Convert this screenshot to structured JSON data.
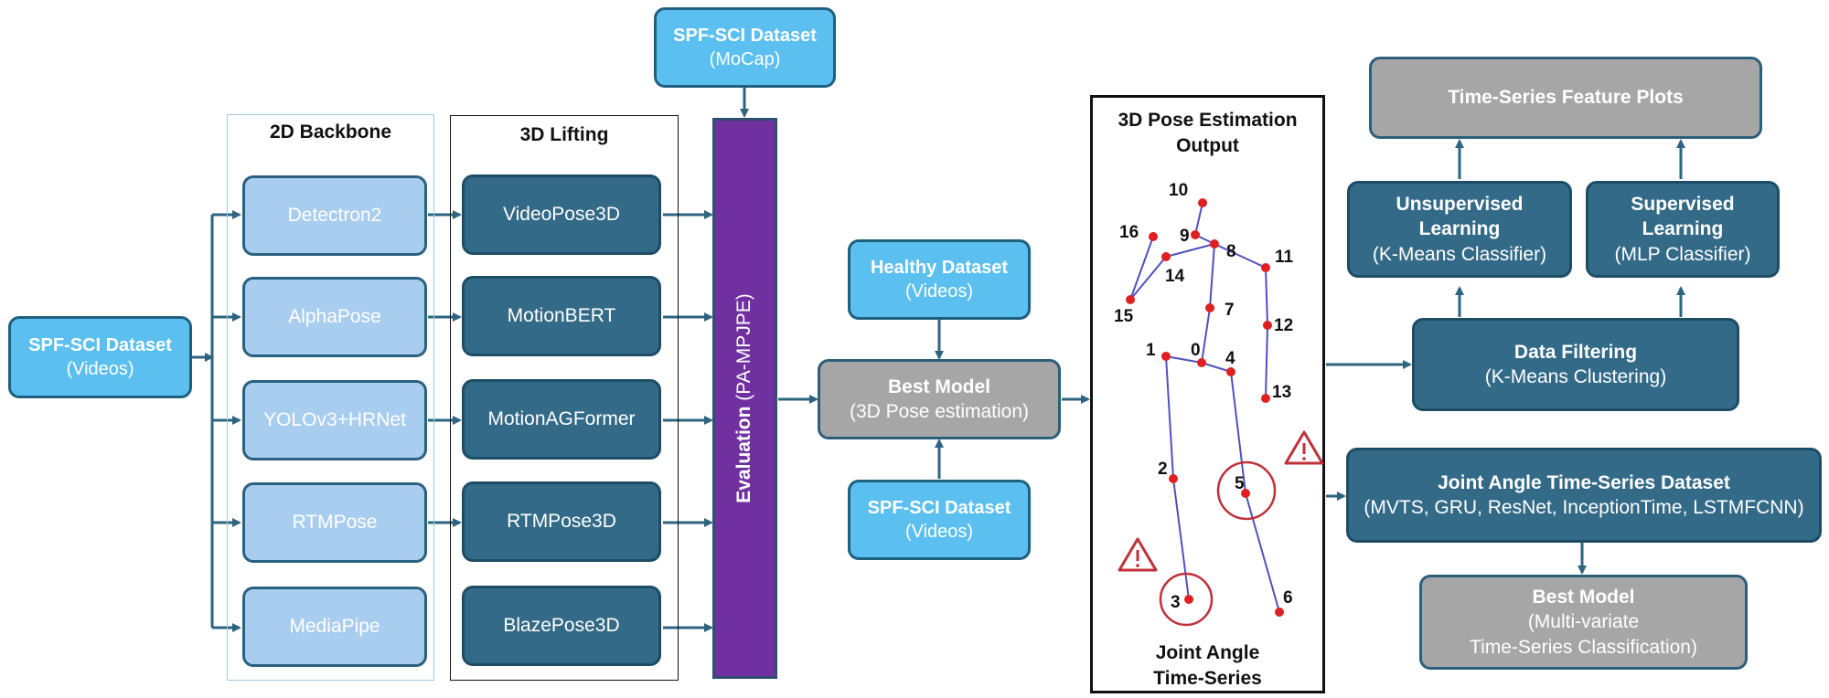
{
  "inputs": {
    "sci_videos": {
      "name": "SPF-SCI Dataset",
      "sub": "(Videos)"
    },
    "sci_mocap": {
      "name": "SPF-SCI Dataset",
      "sub": "(MoCap)"
    }
  },
  "backbone": {
    "title": "2D Backbone",
    "items": [
      "Detectron2",
      "AlphaPose",
      "YOLOv3+HRNet",
      "RTMPose",
      "MediaPipe"
    ]
  },
  "lifting": {
    "title": "3D Lifting",
    "items": [
      "VideoPose3D",
      "MotionBERT",
      "MotionAGFormer",
      "RTMPose3D",
      "BlazePose3D"
    ]
  },
  "evaluation": {
    "label": "Evaluation",
    "metric": "(PA-MPJPE)"
  },
  "best_model_pose": {
    "name": "Best Model",
    "sub": "(3D Pose estimation)"
  },
  "healthy": {
    "name": "Healthy Dataset",
    "sub": "(Videos)"
  },
  "sci_videos_2": {
    "name": "SPF-SCI Dataset",
    "sub": "(Videos)"
  },
  "output_panel": {
    "title_line1": "3D Pose Estimation",
    "title_line2": "Output",
    "footer_line1": "Joint Angle",
    "footer_line2": "Time-Series",
    "joint_labels": [
      "0",
      "1",
      "2",
      "3",
      "4",
      "5",
      "6",
      "7",
      "8",
      "9",
      "10",
      "11",
      "12",
      "13",
      "14",
      "15",
      "16"
    ]
  },
  "time_series_plots": {
    "name": "Time-Series Feature Plots"
  },
  "unsupervised": {
    "line1": "Unsupervised",
    "line2": "Learning",
    "sub": "(K-Means Classifier)"
  },
  "supervised": {
    "line1": "Supervised",
    "line2": "Learning",
    "sub": "(MLP Classifier)"
  },
  "data_filtering": {
    "name": "Data Filtering",
    "sub": "(K-Means Clustering)"
  },
  "joint_angle_dataset": {
    "name": "Joint Angle Time-Series Dataset",
    "sub": "(MVTS, GRU, ResNet, InceptionTime, LSTMFCNN)"
  },
  "best_model_ts": {
    "name": "Best Model",
    "sub1": "(Multi-variate",
    "sub2": "Time-Series Classification)"
  },
  "colors": {
    "sky": "#5bbfef",
    "light": "#a9cdee",
    "dark": "#336a87",
    "grey": "#a6a6a6",
    "purple": "#7030a0",
    "arrow": "#2e6480",
    "joint": "#e02020",
    "bone": "#5050c0"
  }
}
